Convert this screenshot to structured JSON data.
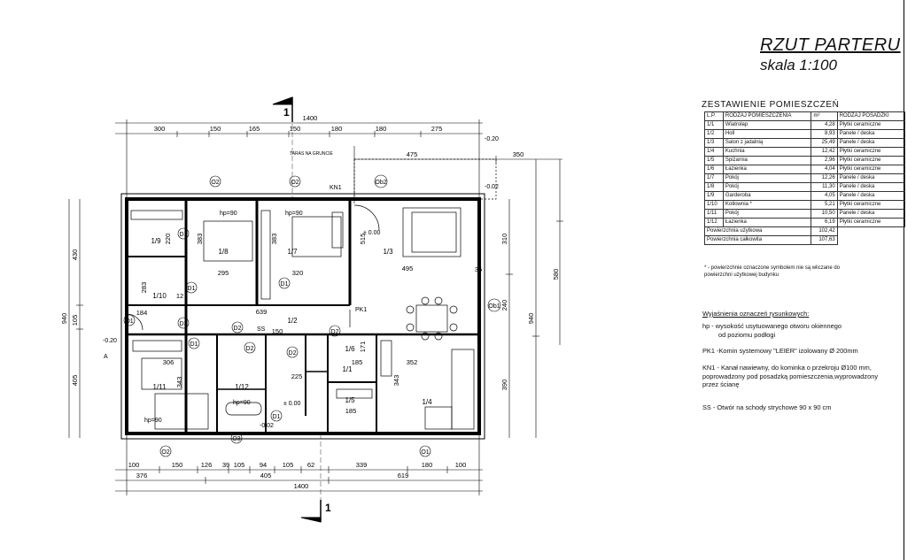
{
  "title": "RZUT PARTERU",
  "scale": "skala 1:100",
  "table_title": "ZESTAWIENIE POMIESZCZEŃ",
  "table_header": {
    "lp": "L.P.",
    "name": "RODZAJ POMIESZCZENIA",
    "area": "m²",
    "floor": "RODZAJ POSADZKI"
  },
  "rooms": [
    {
      "lp": "1/1",
      "name": "Wiatrołap",
      "area": "4,28",
      "floor": "Płytki ceramiczne"
    },
    {
      "lp": "1/2",
      "name": "Holl",
      "area": "8,93",
      "floor": "Panele / deska"
    },
    {
      "lp": "1/3",
      "name": "Salon z jadalnią",
      "area": "25,49",
      "floor": "Panele / deska"
    },
    {
      "lp": "1/4",
      "name": "Kuchnia",
      "area": "12,42",
      "floor": "Płytki ceramiczne"
    },
    {
      "lp": "1/5",
      "name": "Spiżarnia",
      "area": "2,96",
      "floor": "Płytki ceramiczne"
    },
    {
      "lp": "1/6",
      "name": "Łazienka",
      "area": "4,04",
      "floor": "Płytki ceramiczne"
    },
    {
      "lp": "1/7",
      "name": "Pokój",
      "area": "12,26",
      "floor": "Panele / deska"
    },
    {
      "lp": "1/8",
      "name": "Pokój",
      "area": "11,30",
      "floor": "Panele / deska"
    },
    {
      "lp": "1/9",
      "name": "Garderoba",
      "area": "4,05",
      "floor": "Panele / deska"
    },
    {
      "lp": "1/10",
      "name": "Kotłownia *",
      "area": "5,21",
      "floor": "Płytki ceramiczne"
    },
    {
      "lp": "1/11",
      "name": "Pokój",
      "area": "10,50",
      "floor": "Panele / deska"
    },
    {
      "lp": "1/12",
      "name": "Łazienka",
      "area": "6,19",
      "floor": "Płytki ceramiczne"
    }
  ],
  "totals": [
    {
      "label": "Powierzchnia użytkowa",
      "value": "102,42"
    },
    {
      "label": "Powierzchnia całkowita",
      "value": "107,63"
    }
  ],
  "table_note": "* - powierzchnie oznaczone symbolem nie są wliczane do powierzchni użytkowej budynku",
  "legend": {
    "title": "Wyjaśnienia oznaczeń rysunkowych:",
    "hp_line1": "hp  - wysokość usytuowanego otworu okiennego",
    "hp_line2": "od poziomu podłogi",
    "pk1": "PK1 -Komin systemowy \"LEIER\" izolowany Ø 200mm",
    "kn1_line1": "KN1 - Kanał nawiewny, do kominka o przekroju Ø100 mm,",
    "kn1_line2": "poprowadzony pod posadzką pomieszczenia,wyprowadzony",
    "kn1_line3": "przez ścianę",
    "ss": "SS - Otwór na schody strychowe 90 x 90 cm"
  },
  "plan": {
    "section_mark": "1",
    "terrace_label": "TARAS NA GRUNCIE",
    "kn1": "KN1",
    "pk1": "PK1",
    "ss": "SS",
    "axis_a": "A",
    "top_dims_total": "1400",
    "top_dims": [
      "300",
      "150",
      "165",
      "150",
      "180",
      "180",
      "275"
    ],
    "terrace_dims": [
      "475",
      "350"
    ],
    "bottom_dims": [
      "100",
      "150",
      "126",
      "39",
      "105",
      "94",
      "105",
      "62",
      "339",
      "180",
      "100"
    ],
    "bottom_dims_mid": [
      "376",
      "405",
      "619"
    ],
    "bottom_dims_total": "1400",
    "left_dims": [
      "430",
      "105",
      "405"
    ],
    "left_total": "940",
    "right_dims": [
      "310",
      "580",
      "240",
      "390"
    ],
    "right_total": "940",
    "levels": [
      "-0.20",
      "-0.02",
      "± 0.00",
      "± 0.00",
      "-0.02",
      "-0.20"
    ],
    "room_labels": [
      "1/1",
      "1/2",
      "1/3",
      "1/4",
      "1/5",
      "1/6",
      "1/7",
      "1/8",
      "1/9",
      "1/10",
      "1/11",
      "1/12"
    ],
    "window_tags": [
      "O2",
      "O2",
      "Ob2",
      "O2",
      "O3",
      "O1",
      "Ob1",
      "O1"
    ],
    "door_tags": [
      "D1",
      "D1",
      "D3",
      "D1",
      "D2",
      "D1",
      "D2",
      "D2",
      "D2",
      "D1"
    ],
    "hp_labels": [
      "hp=90",
      "hp=90",
      "hp=90",
      "hp=90"
    ],
    "inner_dims": [
      "220",
      "383",
      "383",
      "295",
      "320",
      "283",
      "515",
      "495",
      "184",
      "639",
      "150",
      "306",
      "343",
      "352",
      "225",
      "185",
      "185",
      "171",
      "343",
      "35",
      "12"
    ]
  }
}
